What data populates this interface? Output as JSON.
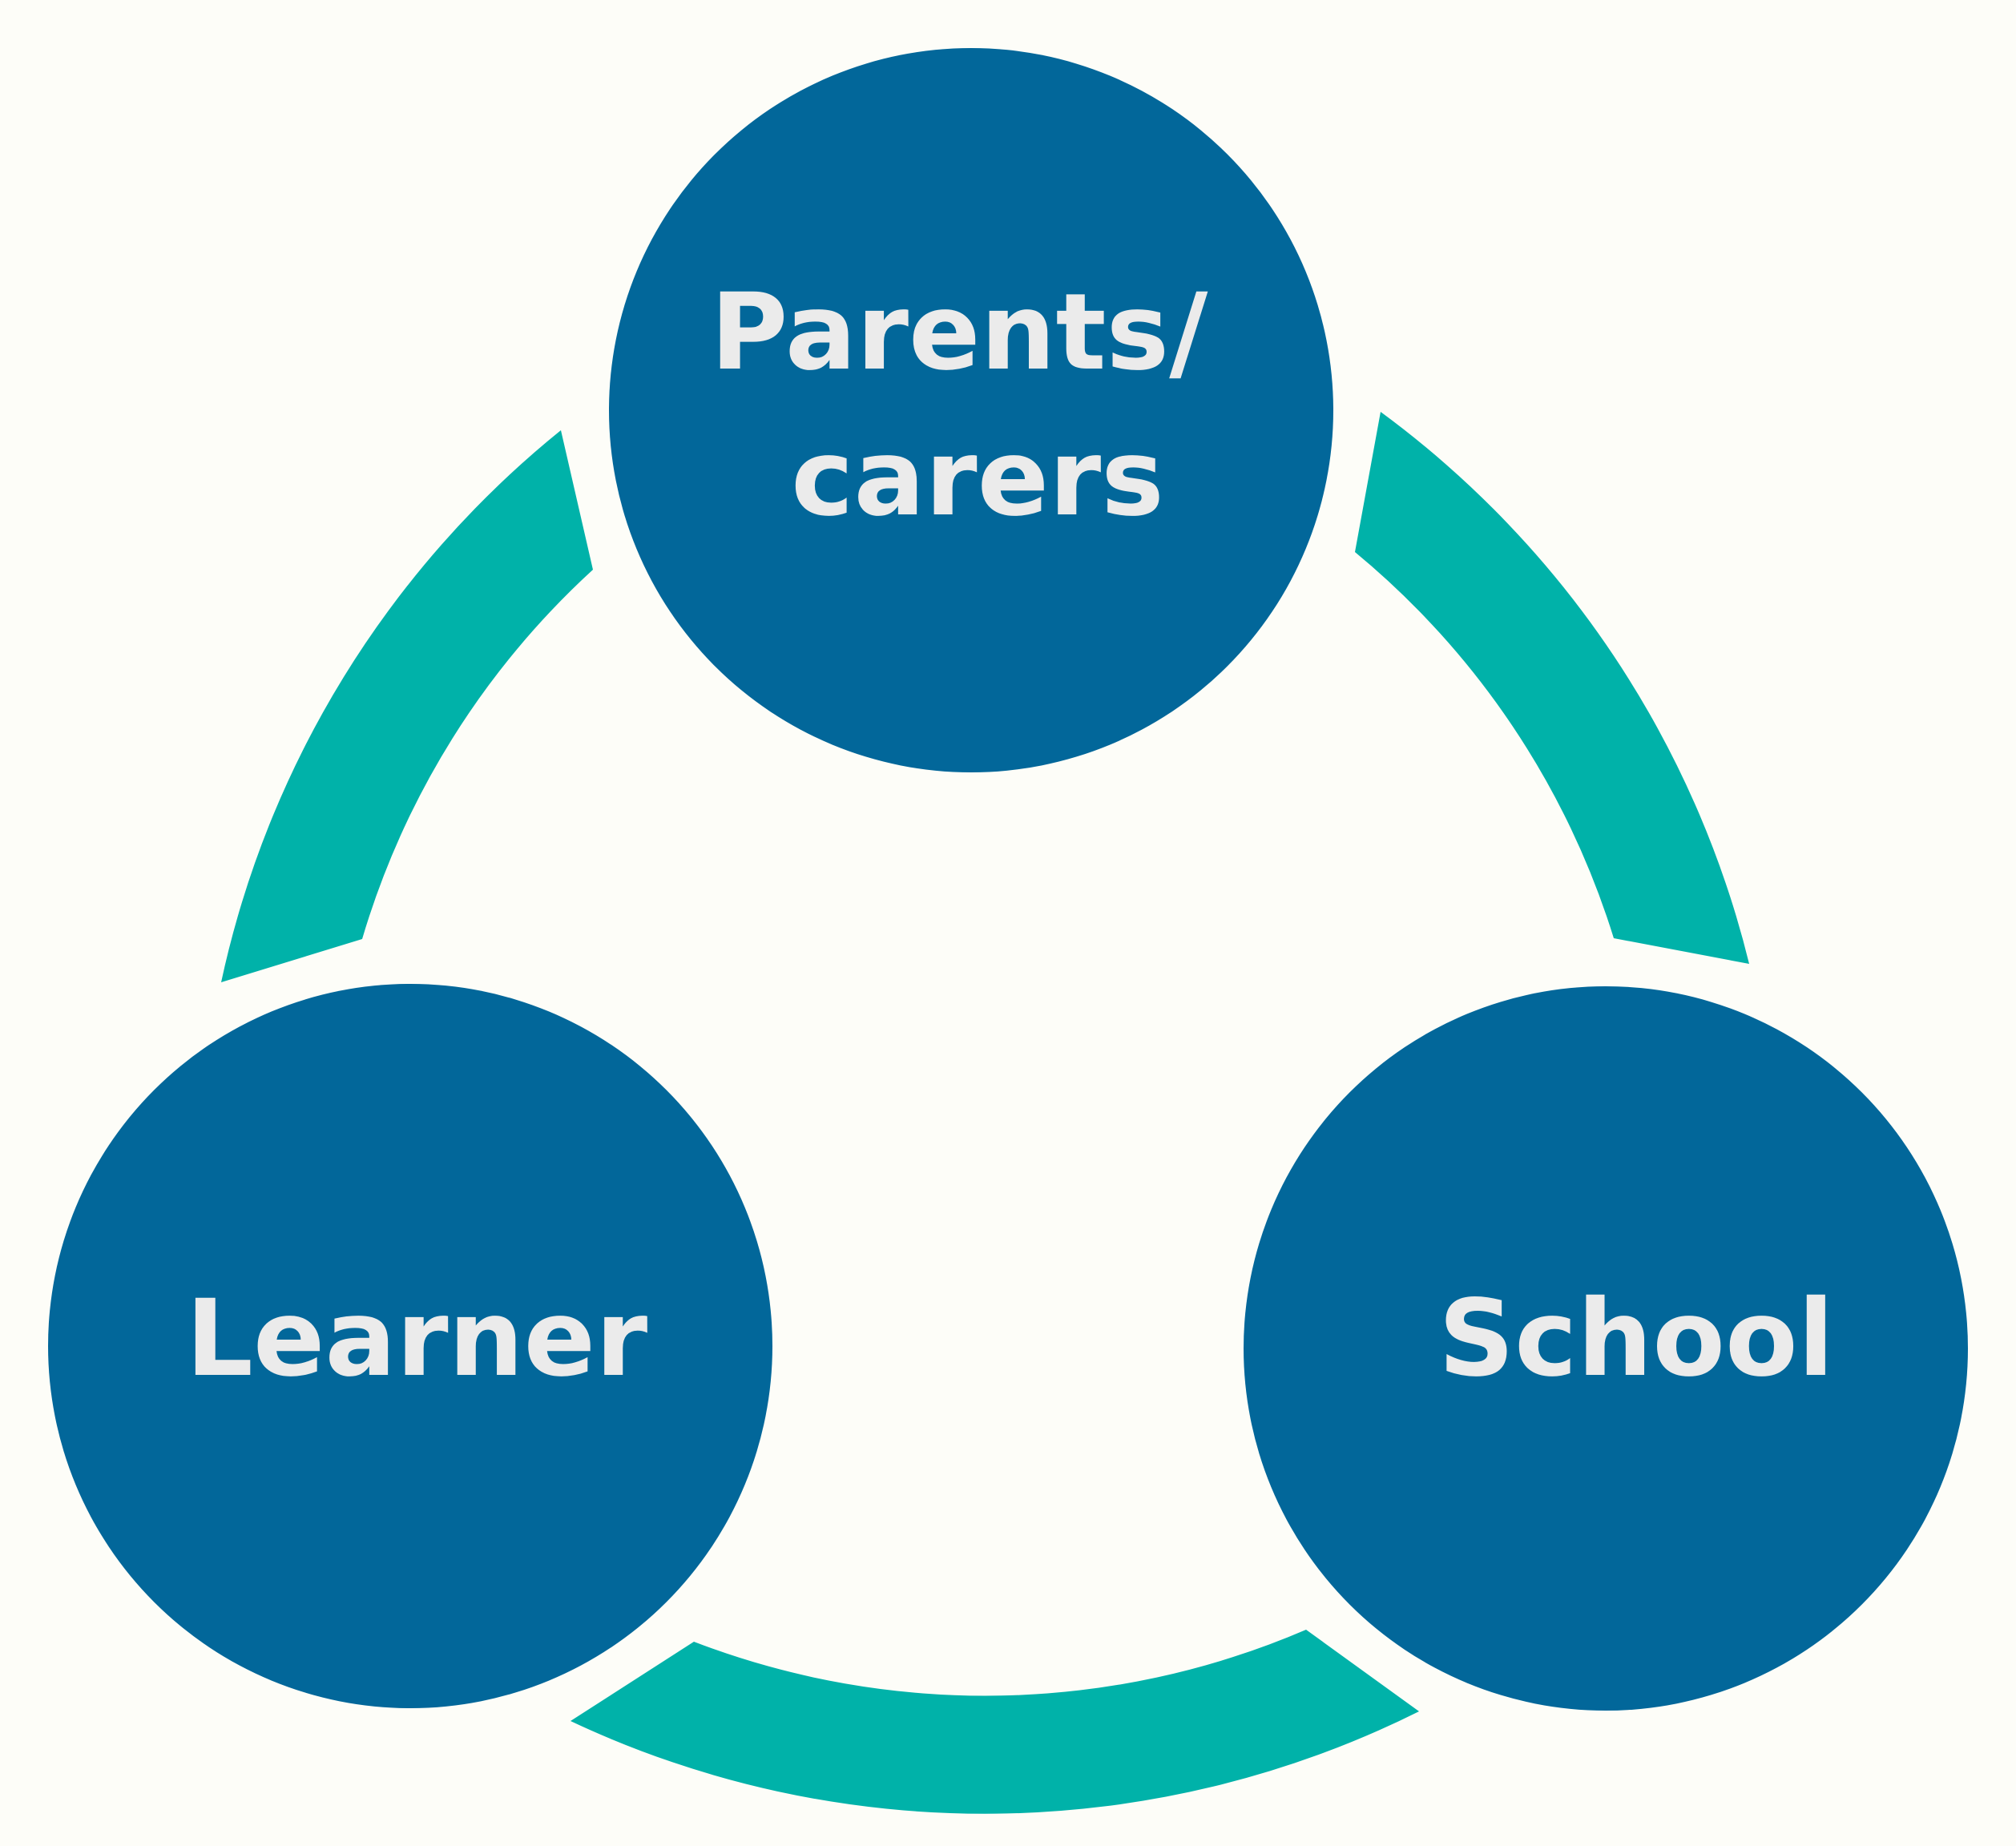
{
  "diagram": {
    "nodes": [
      {
        "id": "parents",
        "label_lines": [
          "Parents/",
          "carers"
        ]
      },
      {
        "id": "learner",
        "label_lines": [
          "Learner"
        ]
      },
      {
        "id": "school",
        "label_lines": [
          "School"
        ]
      }
    ],
    "connections": [
      {
        "from": "parents",
        "to": "school"
      },
      {
        "from": "school",
        "to": "learner"
      },
      {
        "from": "learner",
        "to": "parents"
      }
    ]
  },
  "colors": {
    "background": "#fdfdf8",
    "circle_fill": "#02679a",
    "circle_halo": "#fdfdf8",
    "ring": "#00b2a9",
    "label_text": "#ebebeb"
  }
}
